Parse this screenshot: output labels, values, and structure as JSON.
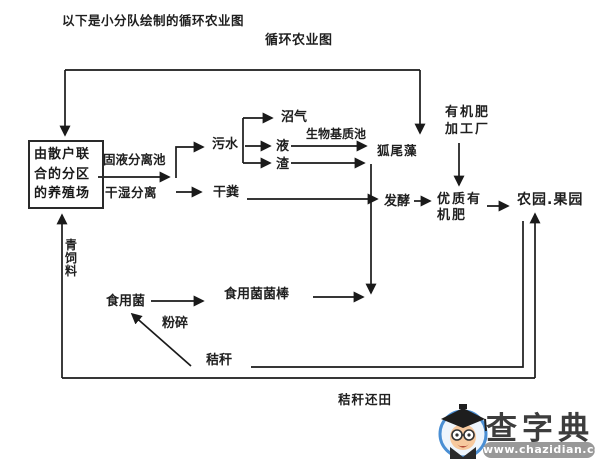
{
  "page": {
    "caption": "以下是小分队绘制的循环农业图",
    "title": "循环农业图"
  },
  "nodes": {
    "farm": "由散户联合的分区的养殖场",
    "sewage": "污水",
    "biogas": "沼气",
    "liquid": "液",
    "residue": "渣",
    "algae": "狐尾藻",
    "dry_manure": "干粪",
    "ferment": "发酵",
    "fert_factory": "有机肥\n加工厂",
    "quality_fert": "优质有\n机肥",
    "farm_orchard": "农园.果园",
    "green_fodder": "青\n饲\n料",
    "edible_fungus": "食用菌",
    "fungus_stick": "食用菌菌棒",
    "straw": "秸秆"
  },
  "edge_labels": {
    "solid_liquid_pool": "固液分离池",
    "dry_wet_separation": "干湿分离",
    "bio_substrate_pool": "生物基质池",
    "crush": "粉碎",
    "straw_return": "秸秆还田"
  },
  "watermark": {
    "brand": "查字典",
    "url": "www.chazidian.com",
    "accent_blue": "#4a8fd4",
    "banner_gray": "#999999",
    "brand_gray": "#3d3d3d"
  },
  "colors": {
    "line": "#1a1a1a",
    "background": "#ffffff"
  }
}
